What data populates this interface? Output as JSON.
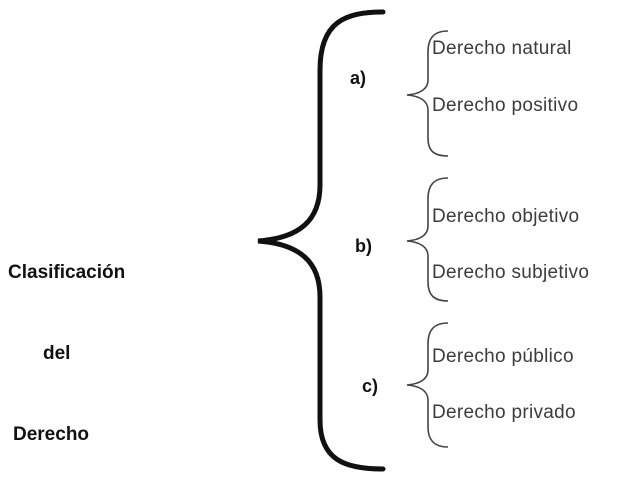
{
  "root": {
    "label_lines": [
      "Clasificación",
      "del",
      "Derecho"
    ]
  },
  "groups": [
    {
      "letter": "a)",
      "items": [
        "Derecho natural",
        "Derecho positivo"
      ]
    },
    {
      "letter": "b)",
      "items": [
        "Derecho objetivo",
        "Derecho subjetivo"
      ]
    },
    {
      "letter": "c)",
      "items": [
        "Derecho público",
        "Derecho privado"
      ]
    }
  ]
}
